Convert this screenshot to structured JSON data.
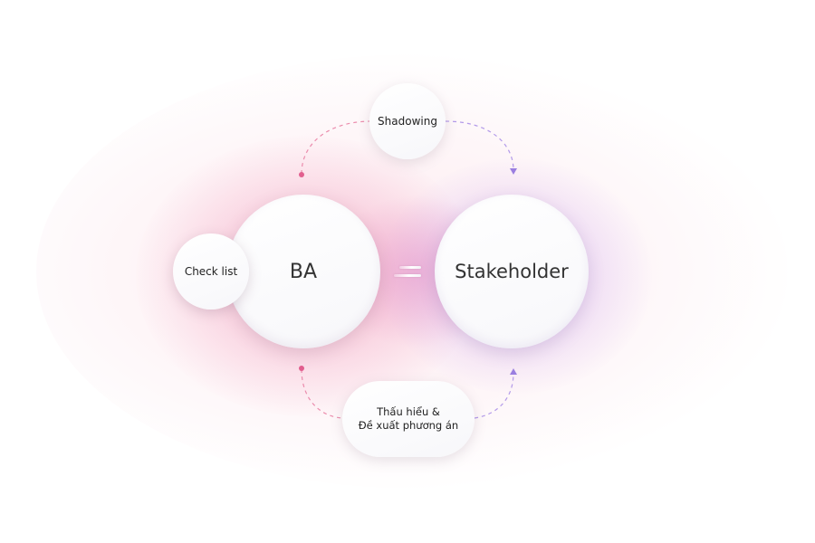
{
  "diagram": {
    "nodes": {
      "ba": "BA",
      "stakeholder": "Stakeholder",
      "checklist": "Check list",
      "shadowing": "Shadowing",
      "understand_line1": "Thấu hiểu &",
      "understand_line2": "Đề xuất phương án"
    },
    "relation": "equals",
    "colors": {
      "pink_accent": "#e87aa0",
      "purple_accent": "#a68ae6",
      "node_fill": "#ffffff",
      "text": "#222222"
    },
    "connectors": [
      {
        "from": "ba",
        "to": "stakeholder",
        "via": "shadowing",
        "style": "dashed",
        "arrow": "end"
      },
      {
        "from": "ba",
        "to": "stakeholder",
        "via": "understand",
        "style": "dashed",
        "arrow": "end"
      }
    ]
  }
}
